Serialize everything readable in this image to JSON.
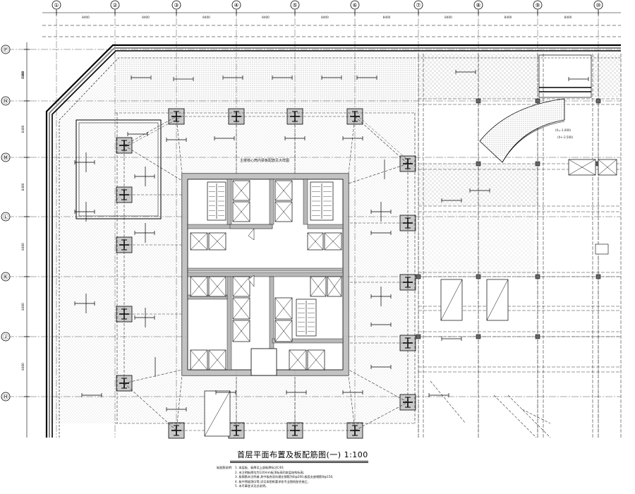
{
  "grid_columns": [
    "①",
    "②",
    "③",
    "④",
    "⑤",
    "⑥",
    "⑦",
    "⑧",
    "⑨",
    "⑩"
  ],
  "grid_rows": [
    "Ⓟ",
    "Ⓝ",
    "Ⓜ",
    "Ⓛ",
    "Ⓚ",
    "Ⓙ",
    "Ⓗ"
  ],
  "col_spacing": [
    "8400",
    "8400",
    "8400",
    "8400",
    "8400",
    "8400",
    "8400",
    "8400",
    "8400"
  ],
  "row_spacing": [
    "7300",
    "8400",
    "8400",
    "8400",
    "8400",
    "8400",
    "8400"
  ],
  "annotations": {
    "core_note": "主楼核心筒内梁板配筋见大样图",
    "ramp_note": "(X=-1.000)",
    "ramp_note2": "(X+-2.500)"
  },
  "title": "首层平面布置及板配筋图(一) 1:100",
  "notes": {
    "heading": "板配筋说明:",
    "items": [
      "1. 本层板、板厚见上部板厚标注C40;",
      "2. 未注明板厚均为120mm板顶标高同本层结构标高;",
      "3. 板钢筋未注明者,其中板底双向通长钢筋为8@200,板面支座钢筋8@150,",
      "4. 板中预留洞口等,详见本图纸要求各专业图纸配合施工,",
      "5. 未尽事宜详见总说明。"
    ]
  },
  "colors": {
    "line": "#000000",
    "hatch": "#666666",
    "core_fill": "#b8b8b8",
    "column_fill": "#c8c8c8"
  }
}
